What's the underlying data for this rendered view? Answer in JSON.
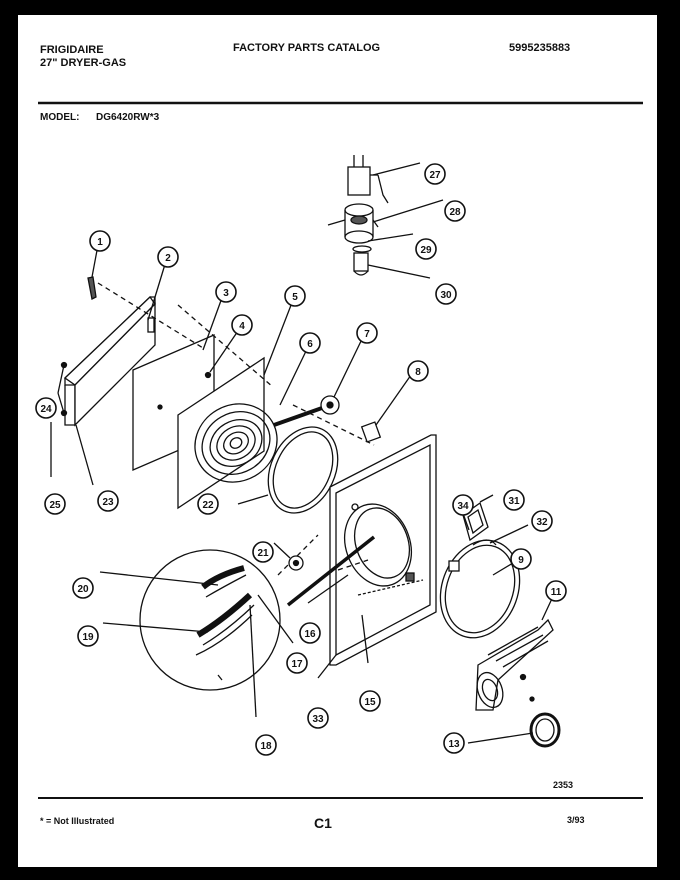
{
  "header": {
    "brand": "FRIGIDAIRE",
    "product": "27\" DRYER-GAS",
    "title": "FACTORY PARTS CATALOG",
    "catalog_number": "5995235883",
    "model_label": "MODEL:",
    "model_value": "DG6420RW*3"
  },
  "callouts": [
    "1",
    "2",
    "3",
    "4",
    "5",
    "6",
    "7",
    "8",
    "9",
    "11",
    "13",
    "15",
    "16",
    "17",
    "18",
    "19",
    "20",
    "21",
    "22",
    "23",
    "24",
    "25",
    "27",
    "28",
    "29",
    "30",
    "31",
    "32",
    "33",
    "34"
  ],
  "footer": {
    "drawing_number": "2353",
    "legend": "* = Not Illustrated",
    "page_code": "C1",
    "date": "3/93"
  }
}
